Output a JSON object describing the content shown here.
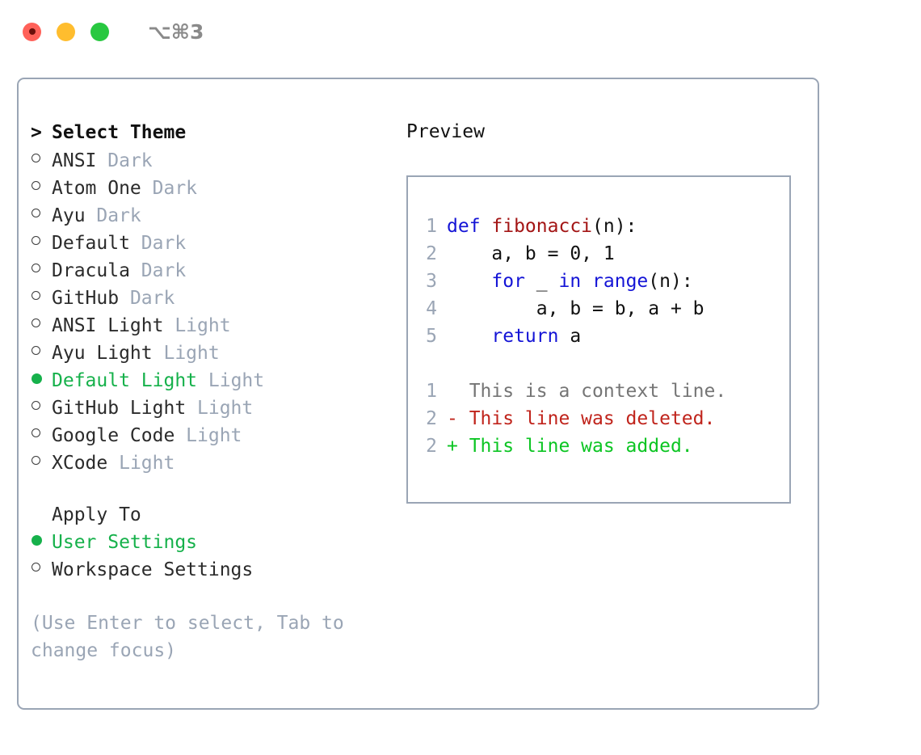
{
  "titlebar": {
    "shortcut": "⌥⌘3",
    "buttons": [
      {
        "name": "close",
        "color": "#ff6159"
      },
      {
        "name": "minimize",
        "color": "#ffbd2e"
      },
      {
        "name": "maximize",
        "color": "#28c840"
      }
    ]
  },
  "theme_list": {
    "header": "> Select Theme",
    "items": [
      {
        "marker": "hollow",
        "label": "ANSI",
        "suffix": "Dark",
        "selected": false
      },
      {
        "marker": "hollow",
        "label": "Atom One",
        "suffix": "Dark",
        "selected": false
      },
      {
        "marker": "hollow",
        "label": "Ayu",
        "suffix": "Dark",
        "selected": false
      },
      {
        "marker": "hollow",
        "label": "Default",
        "suffix": "Dark",
        "selected": false
      },
      {
        "marker": "hollow",
        "label": "Dracula",
        "suffix": "Dark",
        "selected": false
      },
      {
        "marker": "hollow",
        "label": "GitHub",
        "suffix": "Dark",
        "selected": false
      },
      {
        "marker": "hollow",
        "label": "ANSI Light",
        "suffix": "Light",
        "selected": false
      },
      {
        "marker": "hollow",
        "label": "Ayu Light",
        "suffix": "Light",
        "selected": false
      },
      {
        "marker": "filled",
        "label": "Default Light",
        "suffix": "Light",
        "selected": true
      },
      {
        "marker": "hollow",
        "label": "GitHub Light",
        "suffix": "Light",
        "selected": false
      },
      {
        "marker": "hollow",
        "label": "Google Code",
        "suffix": "Light",
        "selected": false
      },
      {
        "marker": "hollow",
        "label": "XCode",
        "suffix": "Light",
        "selected": false
      }
    ]
  },
  "apply_to": {
    "header": "Apply To",
    "items": [
      {
        "marker": "filled",
        "label": "User Settings",
        "selected": true
      },
      {
        "marker": "hollow",
        "label": "Workspace Settings",
        "selected": false
      }
    ]
  },
  "hint": "(Use Enter to select, Tab to change focus)",
  "preview": {
    "title": "Preview",
    "code_lines": [
      {
        "no": "1",
        "tokens": [
          {
            "t": "def ",
            "c": "kw"
          },
          {
            "t": "fibonacci",
            "c": "fn"
          },
          {
            "t": "(n):",
            "c": "pl"
          }
        ]
      },
      {
        "no": "2",
        "tokens": [
          {
            "t": "    a, b = 0, 1",
            "c": "pl"
          }
        ]
      },
      {
        "no": "3",
        "tokens": [
          {
            "t": "    ",
            "c": "pl"
          },
          {
            "t": "for",
            "c": "kw"
          },
          {
            "t": " _ ",
            "c": "pl"
          },
          {
            "t": "in",
            "c": "kw"
          },
          {
            "t": " ",
            "c": "pl"
          },
          {
            "t": "range",
            "c": "kw"
          },
          {
            "t": "(n):",
            "c": "pl"
          }
        ]
      },
      {
        "no": "4",
        "tokens": [
          {
            "t": "        a, b = b, a + b",
            "c": "pl"
          }
        ]
      },
      {
        "no": "5",
        "tokens": [
          {
            "t": "    ",
            "c": "pl"
          },
          {
            "t": "return",
            "c": "kw"
          },
          {
            "t": " a",
            "c": "pl"
          }
        ]
      }
    ],
    "diff_lines": [
      {
        "no": "1",
        "tokens": [
          {
            "t": "  This is a context line.",
            "c": "ctx"
          }
        ]
      },
      {
        "no": "2",
        "tokens": [
          {
            "t": "- This line was deleted.",
            "c": "del"
          }
        ]
      },
      {
        "no": "2",
        "tokens": [
          {
            "t": "+ This line was added.",
            "c": "add"
          }
        ]
      }
    ]
  },
  "colors": {
    "accent_green": "#16b14b",
    "muted_blue_gray": "#9aa5b5",
    "keyword_blue": "#1414d6",
    "function_red": "#a31515",
    "diff_deleted": "#c0241c",
    "diff_added": "#0cc523",
    "border": "#9aa5b5"
  }
}
